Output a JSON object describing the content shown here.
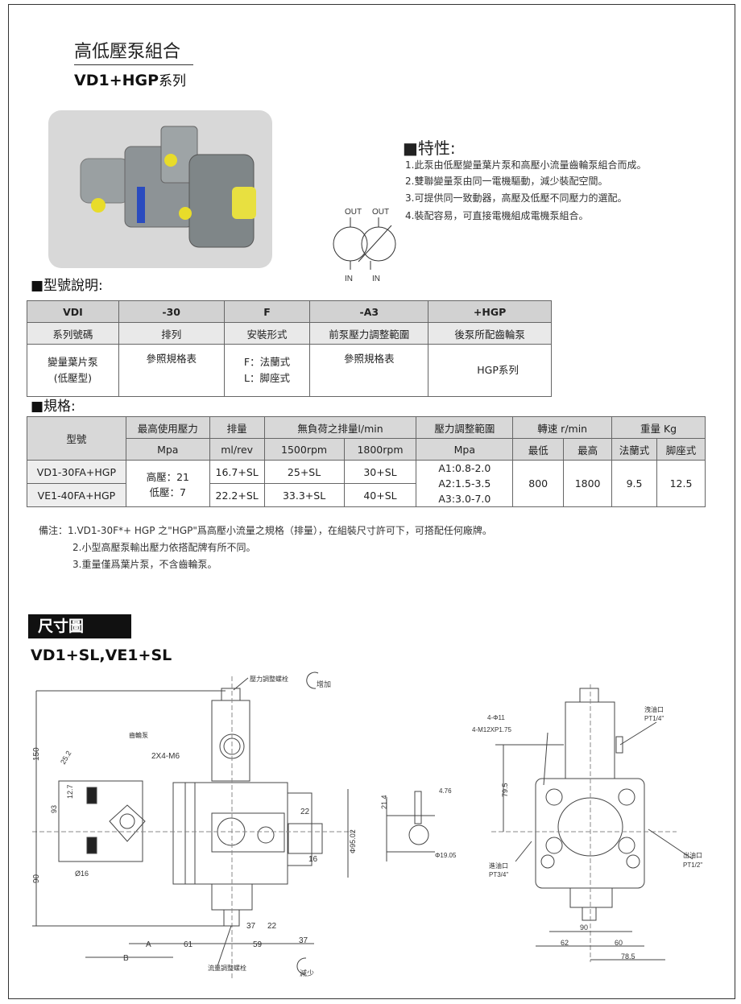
{
  "header": {
    "title": "高低壓泵組合",
    "subtitle_model": "VD1+HGP",
    "subtitle_suffix": "系列"
  },
  "features": {
    "heading": "■特性:",
    "items": [
      "1.此泵由低壓變量葉片泵和高壓小流量齒輪泵組合而成。",
      "2.雙聯變量泵由同一電機驅動，減少裝配空間。",
      "3.可提供同一致動器，高壓及低壓不同壓力的選配。",
      "4.裝配容易，可直接電機組成電機泵組合。"
    ]
  },
  "symbol": {
    "out1": "OUT",
    "out2": "OUT",
    "in1": "IN",
    "in2": "IN"
  },
  "model_code": {
    "heading": "■型號說明:",
    "codes": [
      "VDI",
      "-30",
      "F",
      "-A3",
      "+HGP"
    ],
    "meanings": [
      "系列號碼",
      "排列",
      "安裝形式",
      "前泵壓力調整範圍",
      "後泵所配齒輪泵"
    ],
    "details": [
      "變量葉片泵",
      "(低壓型)",
      "參照規格表",
      "F：法蘭式",
      "L：脚座式",
      "參照規格表",
      "HGP系列"
    ]
  },
  "specs": {
    "heading": "■規格:",
    "headers": {
      "model": "型號",
      "max_pressure": "最高使用壓力",
      "displacement": "排量",
      "noload_flow": "無負荷之排量l/min",
      "pressure_range": "壓力調整範圍",
      "speed": "轉速 r/min",
      "weight": "重量 Kg"
    },
    "units": {
      "max_pressure": "Mpa",
      "displacement": "ml/rev",
      "flow_1500": "1500rpm",
      "flow_1800": "1800rpm",
      "pressure_range": "Mpa",
      "speed_min": "最低",
      "speed_max": "最高",
      "weight_flange": "法蘭式",
      "weight_foot": "脚座式"
    },
    "rows": [
      {
        "model": "VD1-30FA+HGP",
        "pressure": "高壓：21",
        "disp": "16.7+SL",
        "f1500": "25+SL",
        "f1800": "30+SL"
      },
      {
        "model": "VE1-40FA+HGP",
        "pressure": "低壓：7",
        "disp": "22.2+SL",
        "f1500": "33.3+SL",
        "f1800": "40+SL"
      }
    ],
    "ranges": [
      "A1:0.8-2.0",
      "A2:1.5-3.5",
      "A3:3.0-7.0"
    ],
    "speed_min": "800",
    "speed_max": "1800",
    "weight_flange": "9.5",
    "weight_foot": "12.5"
  },
  "notes": [
    "備注：1.VD1-30F*+ HGP 之\"HGP\"爲高壓小流量之規格（排量），在組裝尺寸許可下，可搭配任何廠牌。",
    "2.小型高壓泵輸出壓力依搭配牌有所不同。",
    "3.重量僅爲葉片泵，不含齒輪泵。"
  ],
  "dimensions": {
    "badge": "尺寸圖",
    "model": "VD1+SL,VE1+SL",
    "left": {
      "pressure_screw": "壓力調整螺栓",
      "increase": "增加",
      "gear_pump": "齒輪泵",
      "bolt": "2X4-M6",
      "d150": "150",
      "d90": "90",
      "d25": "25.2",
      "d12": "12.7",
      "d93": "93",
      "phi16": "Ø16",
      "d22a": "22",
      "d16": "16",
      "phi95": "Φ95.02",
      "d37a": "37",
      "d22b": "22",
      "A": "A",
      "d61": "61",
      "d59": "59",
      "d37b": "37",
      "B": "B",
      "flow_screw": "流量調整螺栓",
      "decrease": "減少"
    },
    "right": {
      "holes": "4-Φ11",
      "thread": "4-M12XP1.75",
      "drain": "洩油口",
      "drain_size": "PT1/4\"",
      "d795": "79.5",
      "d214": "21.4",
      "key": "4.76",
      "shaft": "Φ19.05",
      "inlet": "進油口",
      "inlet_size": "PT3/4\"",
      "outlet": "出油口",
      "outlet_size": "PT1/2\"",
      "d90": "90",
      "d62": "62",
      "d60": "60",
      "d785": "78.5"
    }
  }
}
